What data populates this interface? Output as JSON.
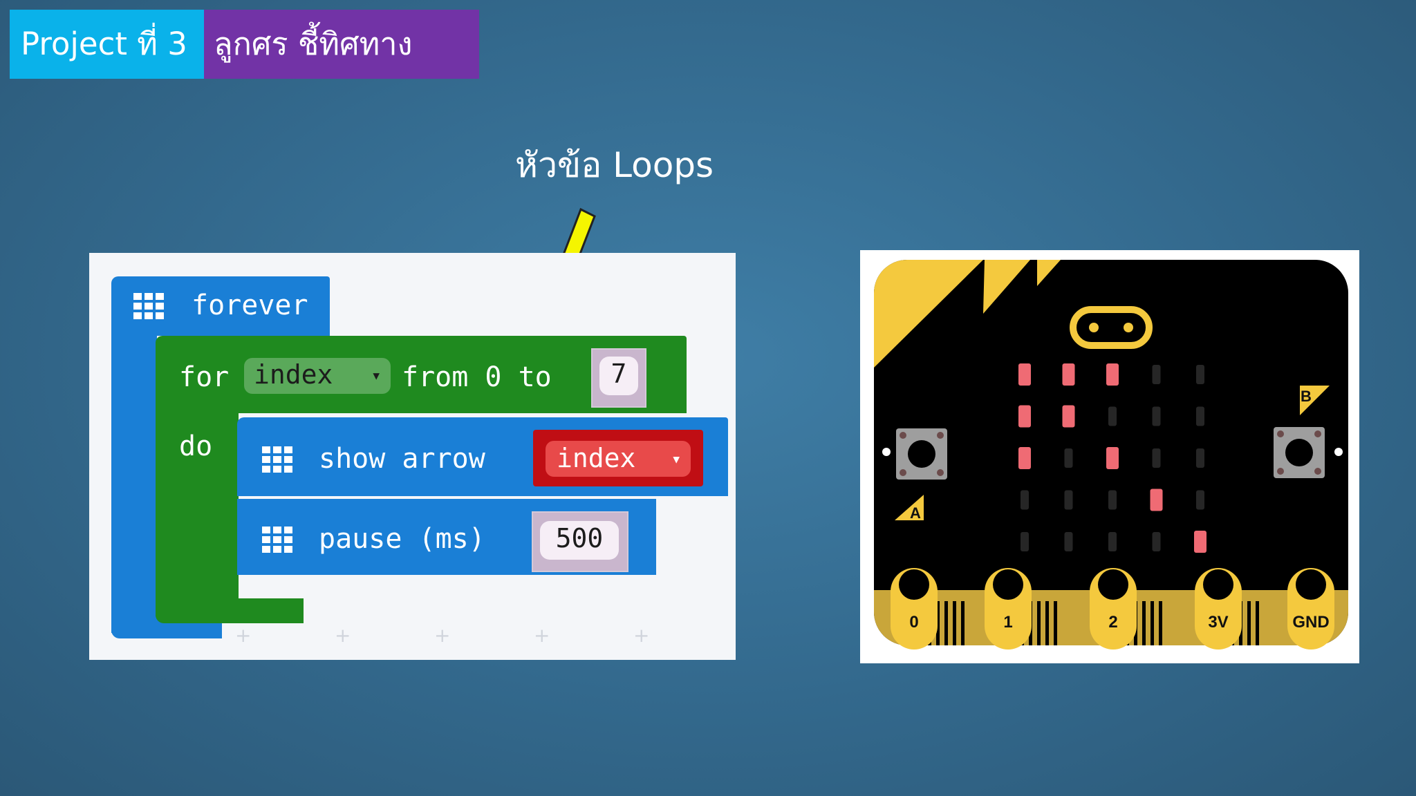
{
  "slide": {
    "title_project": "Project ที่ 3",
    "title_topic": "ลูกศร ชี้ทิศทาง",
    "annotation": "หัวข้อ Loops"
  },
  "code": {
    "forever": "forever",
    "for_kw": "for",
    "loop_var": "index",
    "from_kw": "from 0 to",
    "to_value": "7",
    "do_kw": "do",
    "show_arrow": "show arrow",
    "arrow_arg": "index",
    "pause": "pause (ms)",
    "pause_value": "500"
  },
  "microbit": {
    "button_a": "A",
    "button_b": "B",
    "pins": [
      "0",
      "1",
      "2",
      "3V",
      "GND"
    ],
    "leds": [
      [
        1,
        1,
        1,
        0,
        0
      ],
      [
        1,
        1,
        0,
        0,
        0
      ],
      [
        1,
        0,
        1,
        0,
        0
      ],
      [
        0,
        0,
        0,
        1,
        0
      ],
      [
        0,
        0,
        0,
        0,
        1
      ]
    ]
  },
  "colors": {
    "title_left_bg": "#0ab2ea",
    "title_right_bg": "#7233a6",
    "arrow": "#f5f500",
    "block_blue": "#1a7fd6",
    "block_green": "#1f8a1f",
    "led_on": "#ef6b74",
    "led_off": "#262626",
    "board_gold": "#f4c93e"
  }
}
